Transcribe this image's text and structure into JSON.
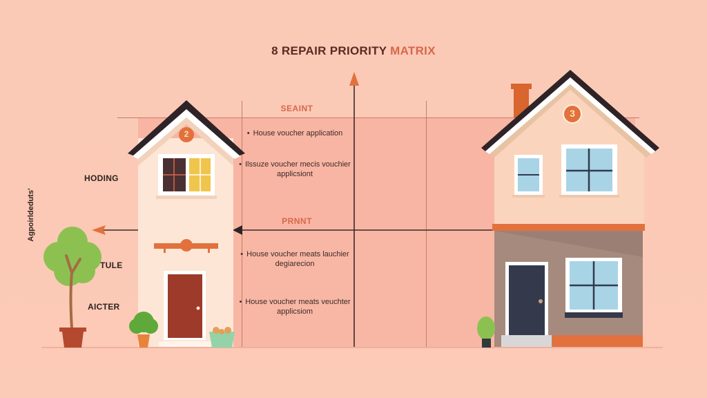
{
  "title": {
    "prefix": "8 REPAIR PRIORITY",
    "accent": "MATRIX"
  },
  "axes": {
    "vertical_label": "Agpoirldeduts'",
    "row_labels": [
      "HODING",
      "TULE",
      "AICTER"
    ]
  },
  "quadrants": {
    "top": {
      "header": "SEAINT",
      "bullets": [
        "House voucher application",
        "Ilssuze voucher mecis vouchier applicsiont"
      ]
    },
    "bottom": {
      "header": "PRNNT",
      "bullets": [
        "House voucher meats lauchier degiarecion",
        "House voucher meats veuchter applicsiom"
      ]
    }
  },
  "houses": {
    "left": {
      "number_badge": "2"
    },
    "right": {
      "number_badge": "3"
    }
  },
  "colors": {
    "background": "#fbcab6",
    "band": "#f8b5a3",
    "accent_orange": "#e2713d",
    "title_dark": "#5b2a22",
    "header_orange": "#d8674a",
    "roof_dark": "#2e2326",
    "left_door": "#9e3a2a",
    "right_door": "#343a4b",
    "window_blue": "#a9d4e6",
    "tree_green": "#8cc152"
  }
}
